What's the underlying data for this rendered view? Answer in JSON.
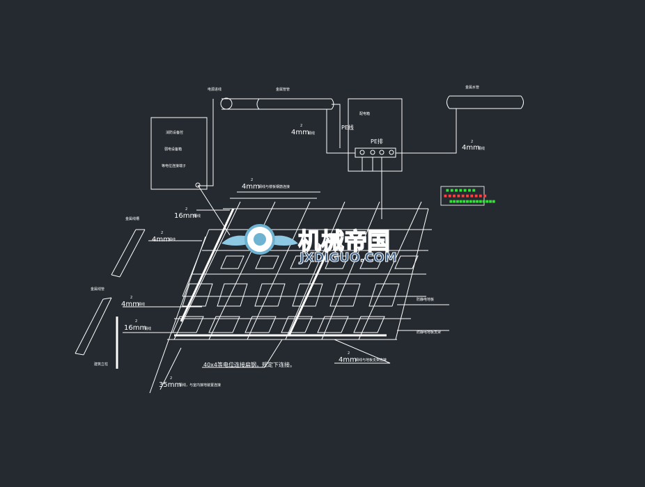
{
  "colors": {
    "background": "#242a30",
    "lines": "#ffffff",
    "watermark_icon": "#6fb3d2",
    "watermark_text": "#3b5f86",
    "legend_border": "#e0e0e0",
    "legend_green": "#37e13c",
    "legend_red": "#ff4040"
  },
  "labels": {
    "top_left_small": "电源进线",
    "metal_pipe_top": "金属管管",
    "metal_pipe_right": "金属水管",
    "pe_line": "PE线",
    "pe_bar": "PE排",
    "distribution_box": "配电箱",
    "cabinet_line1": "消防设备控",
    "cabinet_line2": "弱电设备箱",
    "cabinet_line3": "等电位连接端子",
    "wire_4mm_a": "4mm",
    "wire_4mm_a_note": "铜线",
    "wire_4mm_b": "4mm",
    "wire_4mm_b_note": "铜线",
    "wire_4mm_c": "4mm",
    "wire_4mm_c_note": "铜线与楼板钢筋连接",
    "wire_16mm": "16mm",
    "wire_16mm_note": "铜线",
    "wire_4mm_d": "4mm",
    "wire_4mm_d_note": "铜线",
    "metal_duct_1": "金属线槽",
    "metal_duct_2": "金属线管",
    "wire_4mm_e": "4mm",
    "wire_4mm_e_note": "铜线",
    "wire_16mm_b": "16mm",
    "wire_16mm_b_note": "铜线",
    "building_column": "建筑立柱",
    "flat_steel": "40x4等电位连接扁钢，规定下连接。",
    "wire_35mm": "35mm",
    "wire_35mm_note": "铜线，与室内接地装置连接",
    "wire_4mm_f": "4mm",
    "wire_4mm_f_note": "铜线与地板支架连接",
    "floor_support": "防静电地板",
    "floor_bracket": "防静电地板支架",
    "squared": "2"
  },
  "watermark": {
    "chinese": "机械帝国",
    "latin": "JXDIGUO.COM"
  },
  "legend_box": {
    "line1": "■ ■ ■   ■ ■ ■ ■",
    "line2": "■ ■ ■ ■ ■ ■ ■ ■ ■ ■",
    "line3": "■■■■■■■■■■■■■■"
  }
}
